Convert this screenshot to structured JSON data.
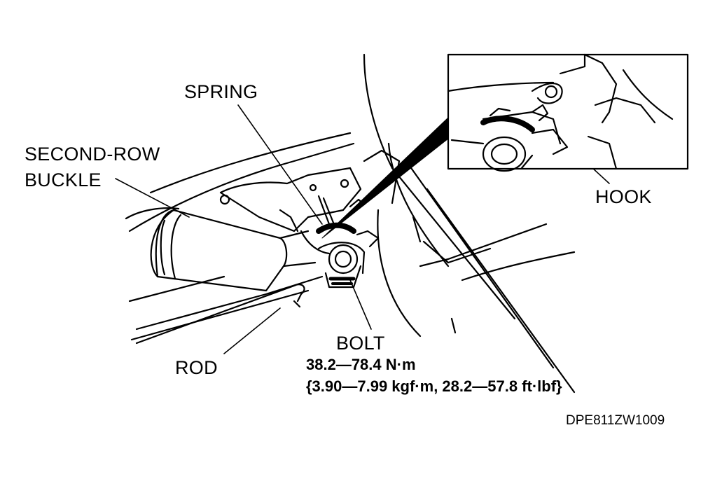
{
  "labels": {
    "spring": "SPRING",
    "second_row_line1": "SECOND-ROW",
    "second_row_line2": "BUCKLE",
    "hook": "HOOK",
    "bolt": "BOLT",
    "rod": "ROD"
  },
  "torque": {
    "metric": "38.2—78.4 N·m",
    "alt": "{3.90—7.99 kgf·m, 28.2—57.8 ft·lbf}"
  },
  "figure_code": "DPE811ZW1009",
  "colors": {
    "ink": "#000000",
    "paper": "#ffffff"
  }
}
